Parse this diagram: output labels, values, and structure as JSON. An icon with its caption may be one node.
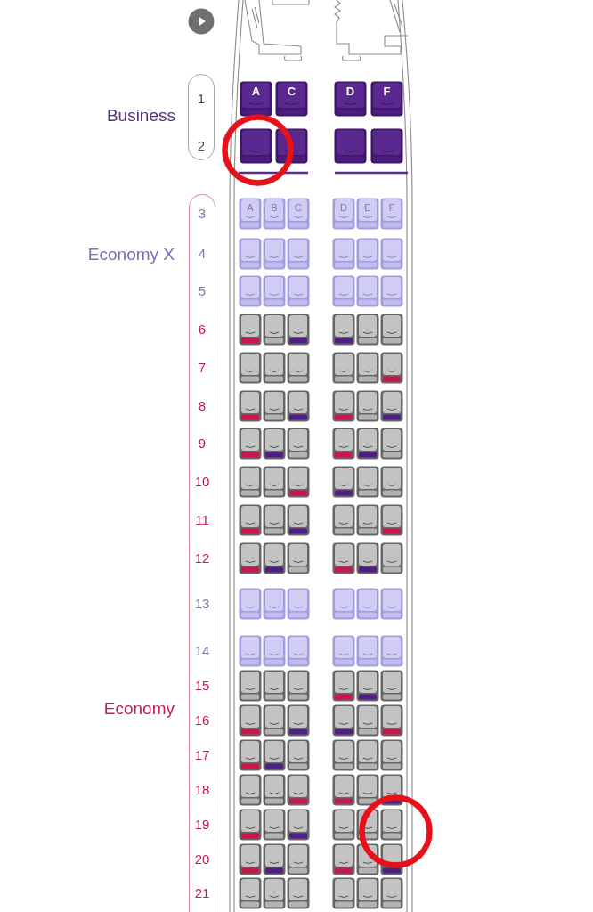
{
  "diagram": {
    "nodes": [
      {
        "text": [
          "1",
          "2"
        ],
        "beside": [
          "Business"
        ]
      },
      {
        "text": [
          "A"
        ]
      },
      {
        "text": [
          "C"
        ]
      },
      {
        "text": [
          "D"
        ]
      },
      {
        "text": [
          "F"
        ]
      },
      {
        "text": [],
        "shape": "seat"
      },
      {
        "text": [],
        "shape": "seat"
      },
      {
        "text": [],
        "shape": "seat"
      },
      {
        "text": [],
        "shape": "seat"
      },
      {
        "text": [
          "3",
          "4",
          "5",
          "6",
          "7",
          "8",
          "9",
          "10",
          "11",
          "12",
          "13",
          "14",
          "15",
          "16",
          "17",
          "18",
          "19",
          "20",
          "21"
        ],
        "beside": [
          "Economy X",
          "Economy"
        ]
      },
      {
        "text": [
          "A"
        ]
      },
      {
        "text": [
          "B"
        ]
      },
      {
        "text": [
          "C"
        ]
      },
      {
        "text": [
          "D"
        ]
      },
      {
        "text": [
          "E"
        ]
      },
      {
        "text": [
          "F"
        ]
      },
      {
        "text": [],
        "shape": "seat"
      },
      {
        "text": [],
        "shape": "seat"
      },
      {
        "text": [],
        "shape": "seat"
      },
      {
        "text": [],
        "shape": "seat"
      },
      {
        "text": [],
        "shape": "seat"
      },
      {
        "text": [],
        "shape": "seat"
      },
      {
        "text": [],
        "shape": "seat"
      },
      {
        "text": [],
        "shape": "seat"
      },
      {
        "text": [],
        "shape": "seat"
      },
      {
        "text": [],
        "shape": "seat"
      },
      {
        "text": [],
        "shape": "seat"
      },
      {
        "text": [],
        "shape": "seat"
      },
      {
        "text": [],
        "shape": "seat"
      },
      {
        "text": [],
        "shape": "seat"
      },
      {
        "text": [],
        "shape": "seat"
      },
      {
        "text": [],
        "shape": "seat"
      },
      {
        "text": [],
        "shape": "seat"
      },
      {
        "text": [],
        "shape": "seat"
      },
      {
        "text": [],
        "shape": "seat"
      },
      {
        "text": [],
        "shape": "seat"
      },
      {
        "text": [],
        "shape": "seat"
      },
      {
        "text": [],
        "shape": "seat"
      },
      {
        "text": [],
        "shape": "seat"
      },
      {
        "text": [],
        "shape": "seat"
      },
      {
        "text": [],
        "shape": "seat"
      },
      {
        "text": [],
        "shape": "seat"
      },
      {
        "text": [],
        "shape": "seat"
      },
      {
        "text": [],
        "shape": "seat"
      },
      {
        "text": [],
        "shape": "seat"
      },
      {
        "text": [],
        "shape": "seat"
      },
      {
        "text": [],
        "shape": "seat"
      },
      {
        "text": [],
        "shape": "seat"
      },
      {
        "text": [],
        "shape": "seat"
      },
      {
        "text": [],
        "shape": "seat"
      },
      {
        "text": [],
        "shape": "seat"
      },
      {
        "text": [],
        "shape": "seat"
      },
      {
        "text": [],
        "shape": "seat"
      },
      {
        "text": [],
        "shape": "seat"
      },
      {
        "text": [],
        "shape": "seat"
      },
      {
        "text": [],
        "shape": "seat"
      },
      {
        "text": [],
        "shape": "seat"
      },
      {
        "text": [],
        "shape": "seat"
      },
      {
        "text": [],
        "shape": "seat"
      },
      {
        "text": [],
        "shape": "seat"
      },
      {
        "text": [],
        "shape": "seat"
      },
      {
        "text": [],
        "shape": "seat"
      },
      {
        "text": [],
        "shape": "seat"
      },
      {
        "text": [],
        "shape": "seat"
      },
      {
        "text": [],
        "shape": "seat"
      },
      {
        "text": [],
        "shape": "seat"
      },
      {
        "text": [],
        "shape": "seat"
      },
      {
        "text": [],
        "shape": "seat"
      },
      {
        "text": [],
        "shape": "seat"
      },
      {
        "text": [],
        "shape": "seat"
      },
      {
        "text": [],
        "shape": "seat"
      },
      {
        "text": [],
        "shape": "seat"
      },
      {
        "text": [],
        "shape": "seat"
      },
      {
        "text": [],
        "shape": "seat"
      },
      {
        "text": [],
        "shape": "seat"
      },
      {
        "text": [],
        "shape": "seat"
      },
      {
        "text": [],
        "shape": "seat"
      },
      {
        "text": [],
        "shape": "seat"
      },
      {
        "text": [],
        "shape": "seat"
      },
      {
        "text": [],
        "shape": "seat"
      },
      {
        "text": [],
        "shape": "seat"
      },
      {
        "text": [],
        "shape": "seat"
      },
      {
        "text": [],
        "shape": "seat"
      },
      {
        "text": [],
        "shape": "seat"
      },
      {
        "text": [],
        "shape": "seat"
      },
      {
        "text": [],
        "shape": "seat"
      },
      {
        "text": [],
        "shape": "seat"
      },
      {
        "text": [],
        "shape": "seat"
      },
      {
        "text": [],
        "shape": "seat"
      },
      {
        "text": [],
        "shape": "seat"
      },
      {
        "text": [],
        "shape": "seat"
      },
      {
        "text": [],
        "shape": "seat"
      },
      {
        "text": [],
        "shape": "seat"
      },
      {
        "text": [],
        "shape": "seat"
      },
      {
        "text": [],
        "shape": "seat"
      },
      {
        "text": [],
        "shape": "seat"
      },
      {
        "text": [],
        "shape": "seat"
      },
      {
        "text": [],
        "shape": "seat"
      },
      {
        "text": [],
        "shape": "seat"
      },
      {
        "text": [],
        "shape": "seat"
      },
      {
        "text": [],
        "shape": "seat"
      },
      {
        "text": [],
        "shape": "seat"
      },
      {
        "text": [],
        "shape": "seat"
      },
      {
        "text": [],
        "shape": "seat"
      },
      {
        "text": [],
        "shape": "seat"
      },
      {
        "text": [],
        "shape": "seat"
      },
      {
        "text": [],
        "shape": "seat"
      },
      {
        "text": [],
        "shape": "seat"
      },
      {
        "text": [],
        "shape": "seat"
      },
      {
        "text": [],
        "shape": "seat"
      },
      {
        "text": [],
        "shape": "seat"
      },
      {
        "text": [],
        "shape": "seat"
      },
      {
        "text": [],
        "shape": "seat"
      },
      {
        "text": [],
        "shape": "seat"
      },
      {
        "text": [],
        "shape": "seat"
      },
      {
        "text": [],
        "shape": "seat"
      },
      {
        "text": [],
        "shape": "seat"
      },
      {
        "text": [],
        "shape": "seat"
      },
      {
        "text": [],
        "shape": "seat"
      },
      {
        "text": [],
        "shape": "seat"
      },
      {
        "text": [],
        "shape": "seat"
      },
      {
        "text": [],
        "shape": "seat"
      },
      {
        "text": [],
        "shape": "seat"
      },
      {
        "text": [],
        "shape": "seat"
      }
    ]
  }
}
